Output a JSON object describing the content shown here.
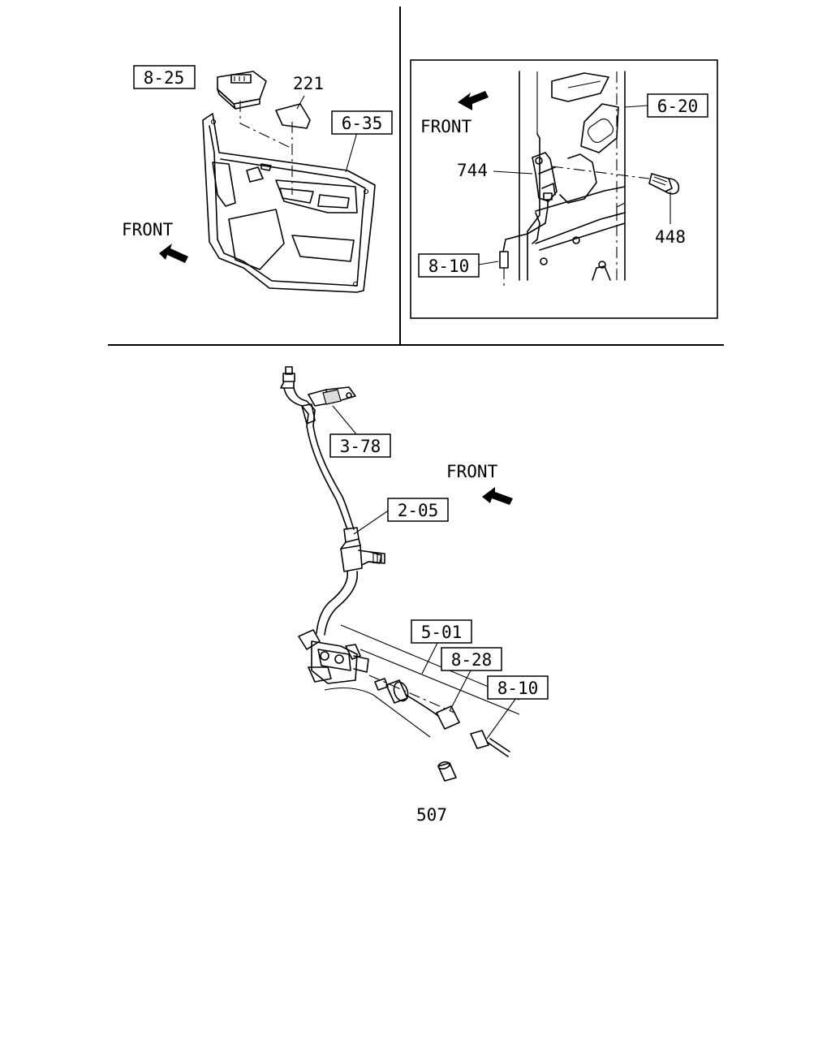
{
  "labels": {
    "panel_top_left": {
      "front": "FRONT",
      "ref_switch": "8-25",
      "part_221": "221",
      "ref_door_trim": "6-35"
    },
    "panel_top_right": {
      "front": "FRONT",
      "ref_door": "6-20",
      "part_744": "744",
      "part_448": "448",
      "ref_harness": "8-10"
    },
    "panel_bottom": {
      "front": "FRONT",
      "ref_bracket": "3-78",
      "ref_pipe": "2-05",
      "ref_frame": "5-01",
      "ref_connector": "8-28",
      "ref_harness": "8-10",
      "part_507": "507"
    }
  }
}
